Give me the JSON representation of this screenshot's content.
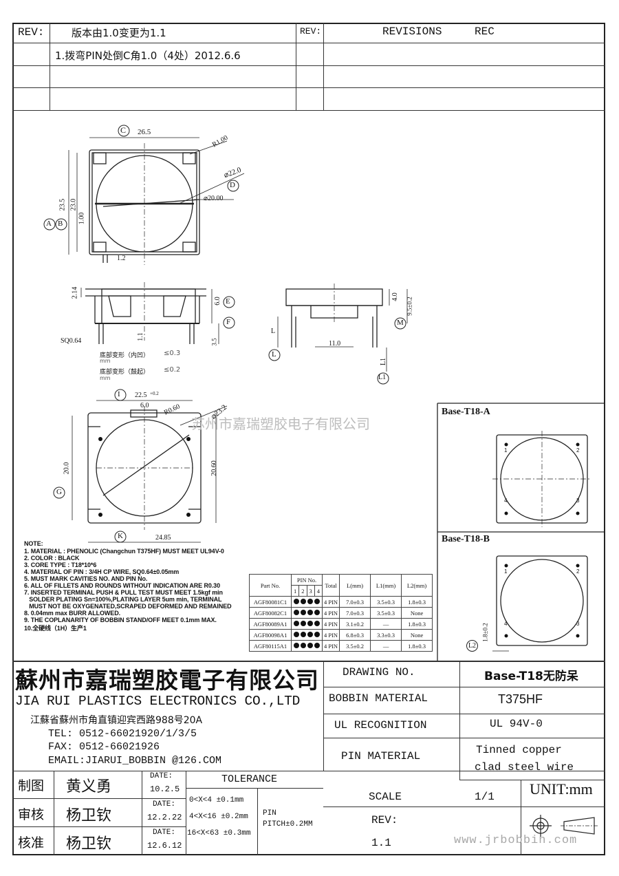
{
  "revision_block": {
    "rev_label": "REV:",
    "rev_change_1": "版本由1.0变更为1.1",
    "rev_change_2": "1.拨弯PIN处倒C角1.0（4处）2012.6.6",
    "rev_label_right": "REV:",
    "revisions_label": "REVISIONS",
    "rec_label": "REC"
  },
  "drawing": {
    "top_view": {
      "C": "C",
      "D": "D",
      "A": "A",
      "B": "B",
      "width": "26.5",
      "corner_r": "R1.00",
      "dia_outer": "⌀22.0",
      "dia_inner": "⌀20.00",
      "h_outer": "23.5",
      "h_inner": "23.0",
      "gap": "1.00",
      "pin_off": "1.2"
    },
    "side_view": {
      "h_top": "2.14",
      "h_body": "6.0",
      "E": "E",
      "F": "F",
      "pin_w": "1.1",
      "sq": "SQ0.64",
      "pin_len": "3.5",
      "deform_1": "底部变形（内凹）",
      "deform_1_val": "≤0.3",
      "deform_unit_1": "mm",
      "deform_2": "底部变形（鼓起）",
      "deform_2_val": "≤0.2",
      "deform_unit_2": "mm"
    },
    "front_view": {
      "h_top": "4.0",
      "total_h": "9.5±0.2",
      "M": "M",
      "L": "L",
      "L1": "L1",
      "base_w": "11.0",
      "l1_label": "L1"
    },
    "bottom_view": {
      "I": "I",
      "width": "22.5",
      "width_tol": "+0.2",
      "slot": "6.0",
      "corner_r": "R0.60",
      "dia": "⌀23.2",
      "h_left": "20.0",
      "h_right": "20.60",
      "G": "G",
      "K": "K",
      "bottom_w": "24.85"
    },
    "watermark_cn": "苏州市嘉瑞塑胶电子有限公司"
  },
  "base_views": {
    "a_title": "Base-T18-A",
    "b_title": "Base-T18-B",
    "pins": [
      "1",
      "2",
      "4",
      "3"
    ],
    "l2_label": "L2",
    "l2_value": "1.8±0.2"
  },
  "notes": {
    "title": "NOTE:",
    "lines": [
      "1. MATERIAL : PHENOLIC (Changchun T375HF) MUST MEET UL94V-0",
      "2. COLOR : BLACK",
      "3. CORE TYPE : T18*10*6",
      "4. MATERIAL OF PIN : 3/4H CP WIRE, SQ0.64±0.05mm",
      "5. MUST MARK CAVITIES NO. AND PIN No.",
      "6. ALL OF FILLETS AND ROUNDS WITHOUT INDICATION ARE R0.30",
      "7. INSERTED TERMINAL PUSH & PULL TEST MUST MEET 1.5kgf min",
      "   SOLDER PLATING Sn=100%,PLATING LAYER 5um min, TERMINAL",
      "   MUST NOT BE OXYGENATED,SCRAPED DEFORMED AND REMAINED",
      "8. 0.04mm max BURR ALLOWED.",
      "9. THE COPLANARITY OF BOBBIN STAND/OFF MEET 0.1mm MAX.",
      "10.全硬线（1H）生产1"
    ]
  },
  "part_table": {
    "headers": [
      "Part No.",
      "PIN No.",
      "Total",
      "L(mm)",
      "L1(mm)",
      "L2(mm)"
    ],
    "pin_cols": [
      "1",
      "2",
      "3",
      "4"
    ],
    "rows": [
      {
        "part": "AGF80081C1",
        "total": "4 PIN",
        "l": "7.0±0.3",
        "l1": "3.5±0.3",
        "l2": "1.8±0.3"
      },
      {
        "part": "AGF80082C1",
        "total": "4 PIN",
        "l": "7.0±0.3",
        "l1": "3.5±0.3",
        "l2": "None"
      },
      {
        "part": "AGF80089A1",
        "total": "4 PIN",
        "l": "3.1±0.2",
        "l1": "—",
        "l2": "1.8±0.3"
      },
      {
        "part": "AGF80098A1",
        "total": "4 PIN",
        "l": "6.8±0.3",
        "l1": "3.3±0.3",
        "l2": "None"
      },
      {
        "part": "AGF80115A1",
        "total": "4 PIN",
        "l": "3.5±0.2",
        "l1": "—",
        "l2": "1.8±0.3"
      }
    ]
  },
  "title_block": {
    "company_cn": "蘇州市嘉瑞塑胶電子有限公司",
    "company_en": "JIA RUI PLASTICS ELECTRONICS CO.,LTD",
    "address": "江蘇省蘇州市角直镇迎宾西路988号20A",
    "tel": "TEL: 0512-66021920/1/3/5",
    "fax": "FAX: 0512-66021926",
    "email": "EMAIL:JIARUI_BOBBIN @126.COM",
    "drawing_no_label": "DRAWING  NO.",
    "drawing_no": "Base-T18无防呆",
    "bobbin_material_label": "BOBBIN  MATERIAL",
    "bobbin_material": "T375HF",
    "ul_label": "UL RECOGNITION",
    "ul_value": "UL 94V-0",
    "pin_material_label": "PIN MATERIAL",
    "pin_material_1": "Tinned copper",
    "pin_material_2": "clad steel wire",
    "scale_label": "SCALE",
    "scale_value": "1/1",
    "unit": "UNIT:mm",
    "rev_label": "REV:",
    "rev_value": "1.1",
    "website": "www.jrbobbin.com"
  },
  "signoff": {
    "rows": [
      {
        "role": "制图",
        "name": "黄义勇",
        "date_label": "DATE:",
        "date": "10.2.5"
      },
      {
        "role": "审核",
        "name": "杨卫钦",
        "date_label": "DATE:",
        "date": "12.2.22"
      },
      {
        "role": "核准",
        "name": "杨卫钦",
        "date_label": "DATE:",
        "date": "12.6.12"
      }
    ],
    "tolerance_title": "TOLERANCE",
    "tolerances": [
      "0<X<4  ±0.1mm",
      "4<X<16 ±0.2mm",
      "16<X<63 ±0.3mm"
    ],
    "pin_label": "PIN",
    "pin_pitch": "PITCH±0.2MM"
  }
}
